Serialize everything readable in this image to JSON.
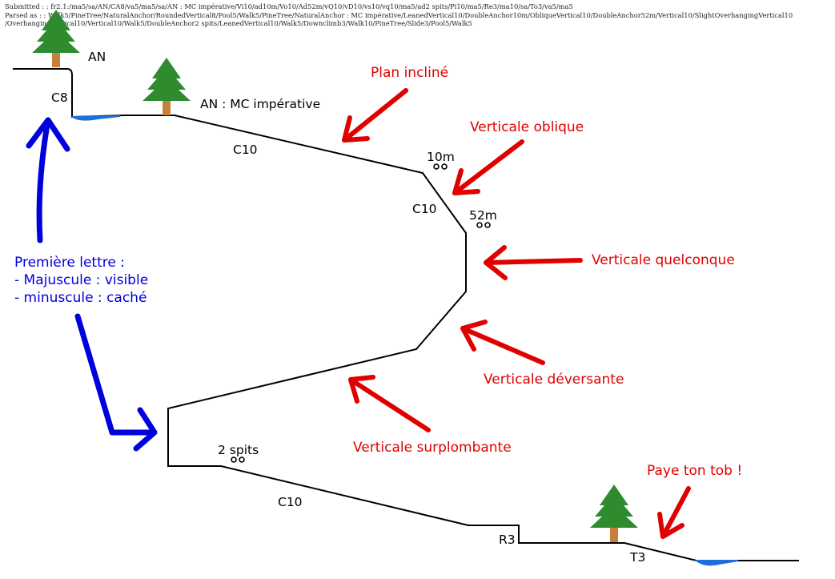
{
  "header": {
    "submitted": "Submitted : : fr2.1:/ma5/sa/AN/CA8/va5/ma5/sa/AN : MC impérative/Vi10/ad10m/Vo10/Ad52m/vQ10/vD10/vs10/vq10/ma5/ad2 spits/Pi10/ma5/Re3/ma10/sa/To3/va5/ma5",
    "parsed_1": "Parsed as : : Walk5/PineTree/NaturalAnchor/RoundedVertical8/Pool5/Walk5/PineTree/NaturalAnchor : MC impérative/LeanedVertical10/DoubleAnchor10m/ObliqueVertical10/DoubleAnchor52m/Vertical10/SlightOverhangingVertical10",
    "parsed_2": "/OverhangingVertical10/Vertical10/Walk5/DoubleAnchor2 spits/LeanedVertical10/Walk5/Downclimb3/Walk10/PineTree/Slide3/Pool5/Walk5"
  },
  "topo": {
    "labels": {
      "an_top": "AN",
      "c8": "C8",
      "an_mc": "AN : MC impérative",
      "c10_a": "C10",
      "anchor_10m": "10m",
      "c10_b": "C10",
      "anchor_52m": "52m",
      "anchor_2spits": "2 spits",
      "c10_c": "C10",
      "r3": "R3",
      "t3": "T3"
    },
    "annotations": {
      "plan_incline": "Plan incliné",
      "verticale_oblique": "Verticale oblique",
      "verticale_quelconque": "Verticale quelconque",
      "verticale_deversante": "Verticale déversante",
      "verticale_surplombante": "Verticale surplombante",
      "paye_ton_tob": "Paye ton tob !"
    },
    "legend": {
      "line1": "Première lettre :",
      "line2": "- Majuscule : visible",
      "line3": "- minuscule : caché"
    },
    "colors": {
      "annotation_red": "#e00000",
      "legend_blue": "#0000dd",
      "water": "#1e6fd9",
      "tree_green": "#2e8b2e",
      "trunk": "#c87f3c"
    },
    "icons": [
      "pine-tree-icon",
      "double-anchor-icon",
      "arrow-icon",
      "pool-icon"
    ]
  }
}
